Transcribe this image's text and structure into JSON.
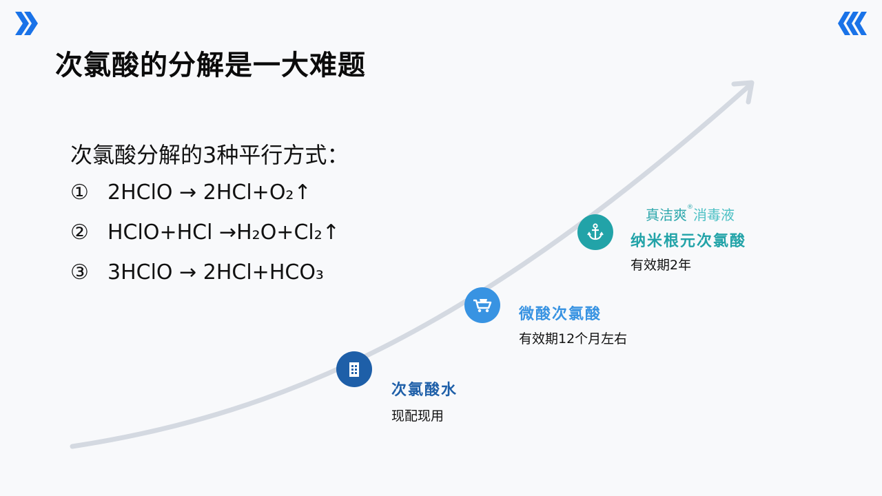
{
  "slide": {
    "title": "次氯酸的分解是一大难题",
    "intro": "次氯酸分解的3种平行方式：",
    "equations": [
      {
        "num": "①",
        "text": "2HClO → 2HCl+O₂↑"
      },
      {
        "num": "②",
        "text": "HClO+HCl →H₂O+Cl₂↑"
      },
      {
        "num": "③",
        "text": "3HClO → 2HCl+HCO₃"
      }
    ]
  },
  "steps": [
    {
      "title": "次氯酸水",
      "desc": "现配现用",
      "icon": "building-icon",
      "color": "#1e5fa8"
    },
    {
      "title": "微酸次氯酸",
      "desc": "有效期12个月左右",
      "icon": "cart-icon",
      "color": "#3893e2"
    },
    {
      "title": "纳米根元次氯酸",
      "desc": "有效期2年",
      "icon": "anchor-icon",
      "color": "#22a3a8"
    }
  ],
  "brand": {
    "main": "真洁爽",
    "mark": "®",
    "sub": "消毒液"
  },
  "colors": {
    "curve": "#d4d9e1",
    "chevron": "#1a73e8",
    "background": "#f8f9fb"
  }
}
